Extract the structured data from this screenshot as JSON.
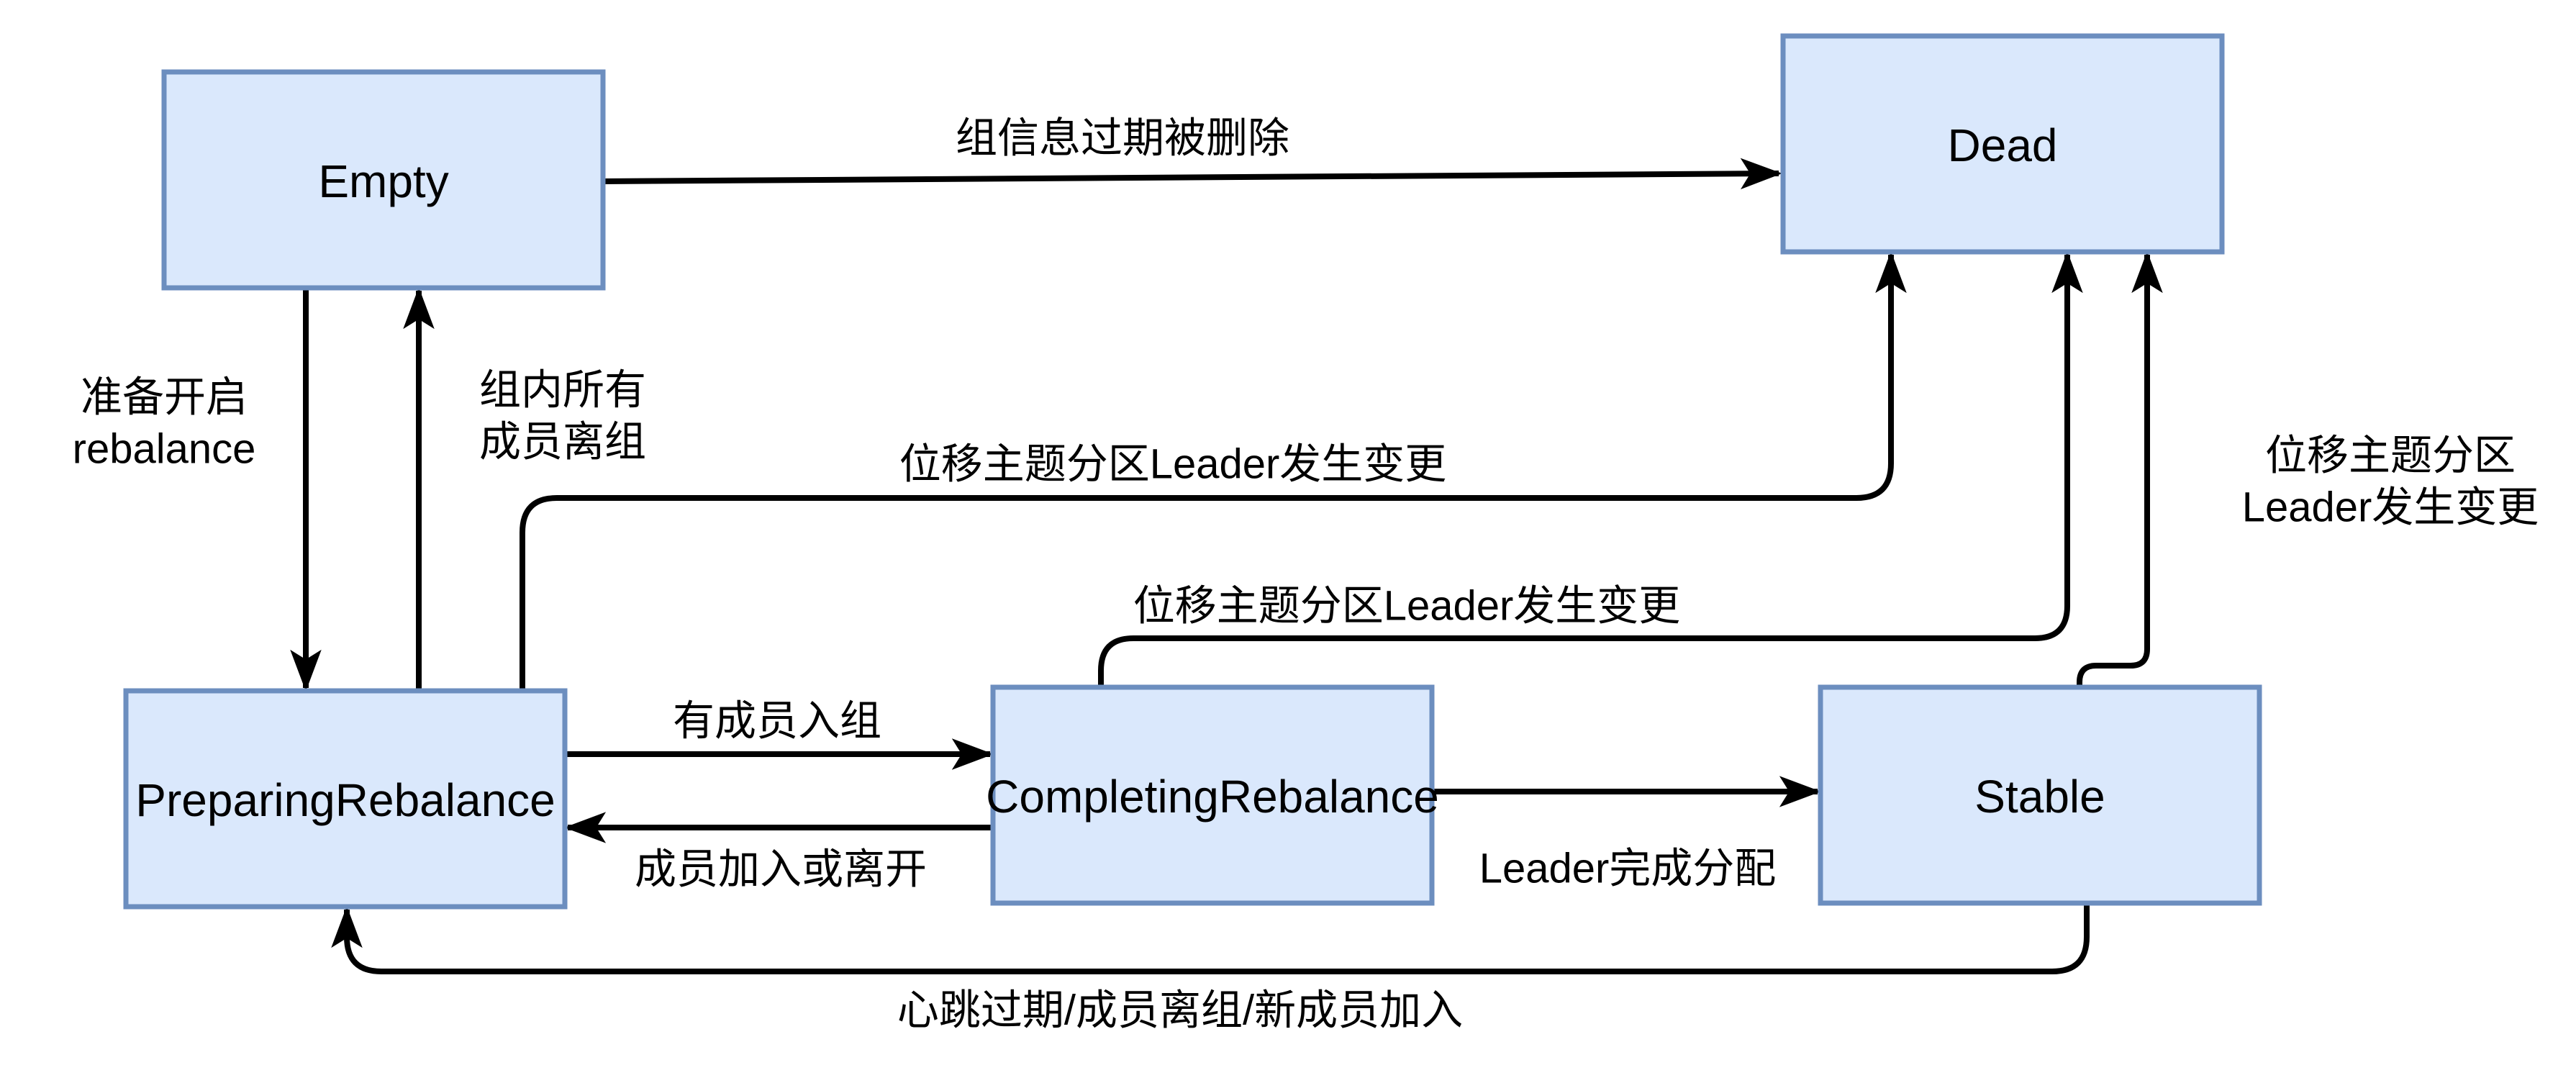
{
  "diagram": {
    "background": "#ffffff",
    "node_fill": "#dae8fc",
    "node_border": "#6c8ebf",
    "edge_color": "#000000",
    "text_color": "#000000"
  },
  "nodes": {
    "empty": {
      "label": "Empty"
    },
    "dead": {
      "label": "Dead"
    },
    "preparing": {
      "label": "PreparingRebalance"
    },
    "completing": {
      "label": "CompletingRebalance"
    },
    "stable": {
      "label": "Stable"
    }
  },
  "edges": {
    "empty_to_dead": {
      "label": "组信息过期被删除"
    },
    "empty_to_preparing": {
      "lines": [
        "准备开启",
        "rebalance"
      ]
    },
    "preparing_to_empty": {
      "lines": [
        "组内所有",
        "成员离组"
      ]
    },
    "preparing_to_dead": {
      "label": "位移主题分区Leader发生变更"
    },
    "completing_to_dead": {
      "label": "位移主题分区Leader发生变更"
    },
    "stable_to_dead": {
      "lines": [
        "位移主题分区",
        "Leader发生变更"
      ]
    },
    "preparing_to_completing": {
      "label": "有成员入组"
    },
    "completing_to_preparing": {
      "label": "成员加入或离开"
    },
    "completing_to_stable": {
      "label": "Leader完成分配"
    },
    "stable_to_preparing": {
      "label": "心跳过期/成员离组/新成员加入"
    }
  }
}
